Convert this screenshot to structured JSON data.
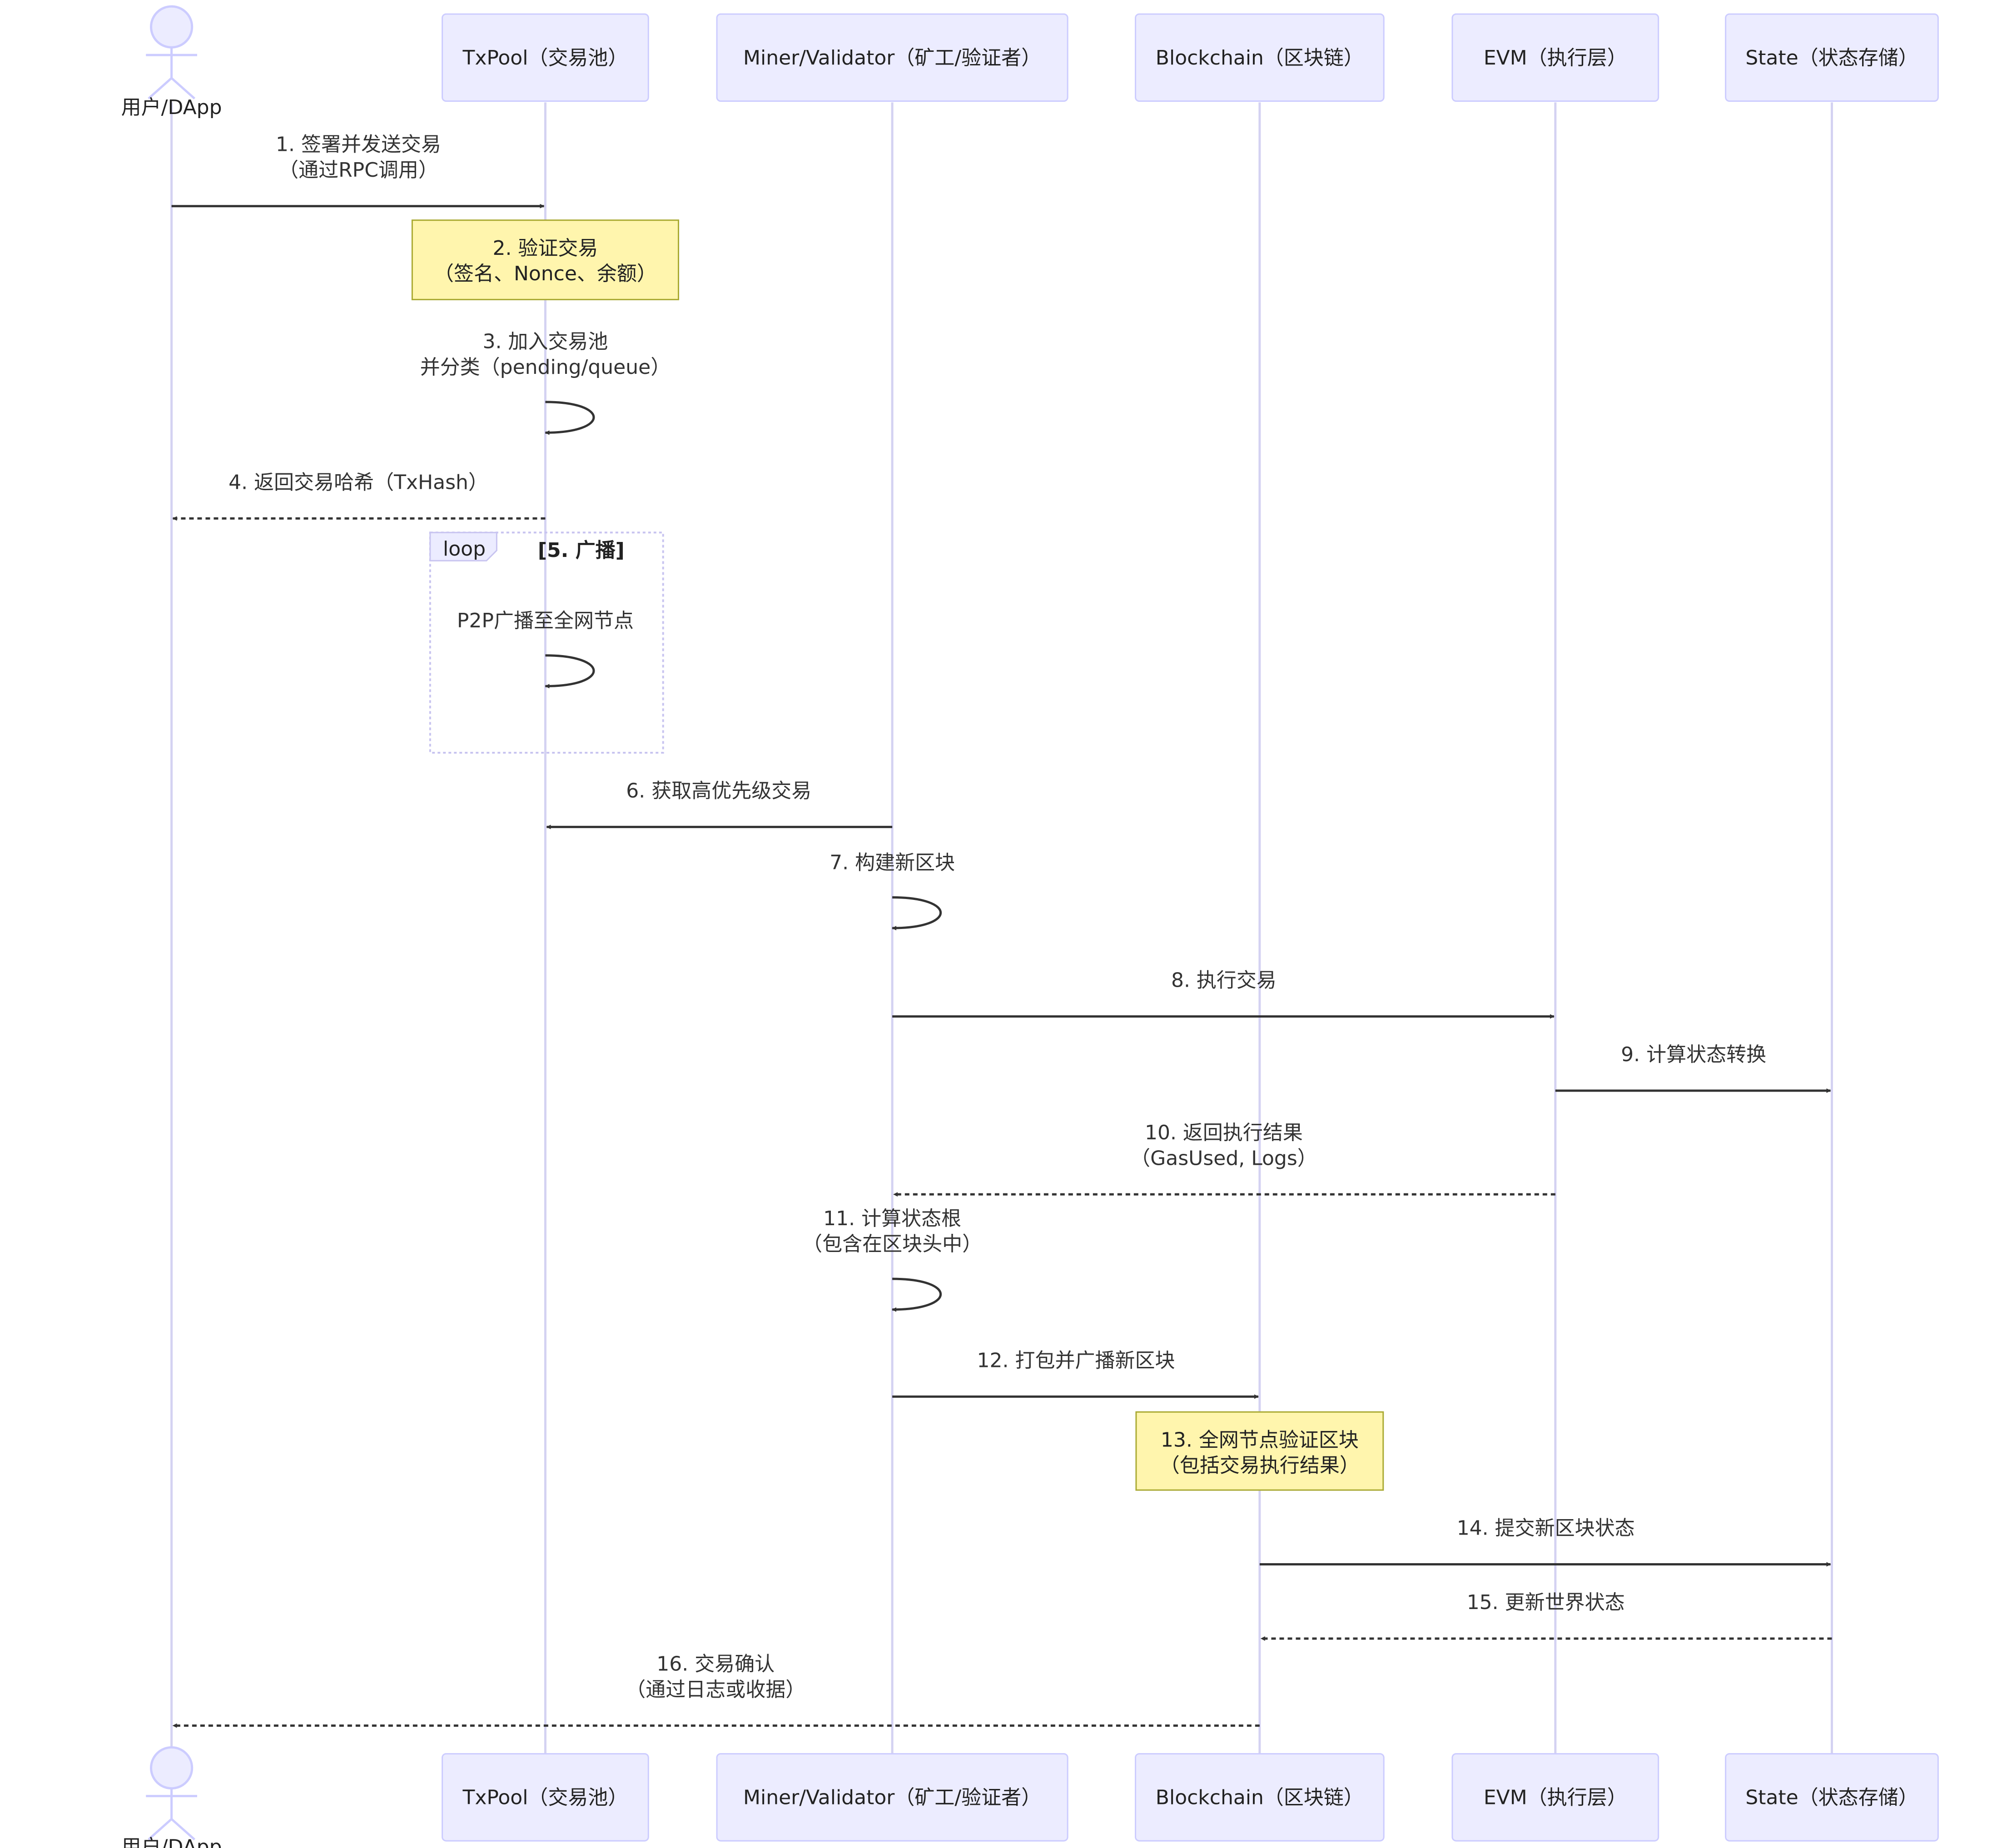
{
  "actor": {
    "name": "用户/DApp"
  },
  "participants": [
    {
      "name": "TxPool（交易池）"
    },
    {
      "name": "Miner/Validator（矿工/验证者）"
    },
    {
      "name": "Blockchain（区块链）"
    },
    {
      "name": "EVM（执行层）"
    },
    {
      "name": "State（状态存储）"
    }
  ],
  "messages": [
    {
      "from": 0,
      "to": 1,
      "style": "solid",
      "lines": [
        "1. 签署并发送交易",
        "（通过RPC调用）"
      ]
    },
    {
      "from": 1,
      "to": 1,
      "style": "self",
      "lines": [
        "3. 加入交易池",
        "并分类（pending/queue）"
      ]
    },
    {
      "from": 1,
      "to": 0,
      "style": "dashed",
      "lines": [
        "4. 返回交易哈希（TxHash）"
      ]
    },
    {
      "from": 1,
      "to": 1,
      "style": "self",
      "lines": [
        "P2P广播至全网节点"
      ]
    },
    {
      "from": 2,
      "to": 1,
      "style": "solid",
      "lines": [
        "6. 获取高优先级交易"
      ]
    },
    {
      "from": 2,
      "to": 2,
      "style": "self",
      "lines": [
        "7. 构建新区块"
      ]
    },
    {
      "from": 2,
      "to": 4,
      "style": "solid",
      "lines": [
        "8. 执行交易"
      ]
    },
    {
      "from": 4,
      "to": 5,
      "style": "solid",
      "lines": [
        "9. 计算状态转换"
      ]
    },
    {
      "from": 4,
      "to": 2,
      "style": "dashed",
      "lines": [
        "10. 返回执行结果",
        "（GasUsed, Logs）"
      ]
    },
    {
      "from": 2,
      "to": 2,
      "style": "self",
      "lines": [
        "11. 计算状态根",
        "（包含在区块头中）"
      ]
    },
    {
      "from": 2,
      "to": 3,
      "style": "solid",
      "lines": [
        "12. 打包并广播新区块"
      ]
    },
    {
      "from": 3,
      "to": 5,
      "style": "solid",
      "lines": [
        "14. 提交新区块状态"
      ]
    },
    {
      "from": 5,
      "to": 3,
      "style": "dashed",
      "lines": [
        "15. 更新世界状态"
      ]
    },
    {
      "from": 3,
      "to": 0,
      "style": "dashed",
      "lines": [
        "16. 交易确认",
        "（通过日志或收据）"
      ]
    }
  ],
  "notes": [
    {
      "over": 1,
      "lines": [
        "2. 验证交易",
        "（签名、Nonce、余额）"
      ]
    },
    {
      "over": 3,
      "lines": [
        "13. 全网节点验证区块",
        "（包括交易执行结果）"
      ]
    }
  ],
  "loop": {
    "label": "loop",
    "condition": "[5. 广播]"
  },
  "colors": {
    "participant_fill": "#ECECFF",
    "participant_border": "#CCCCFF",
    "lifeline": "#D4D2F2",
    "note_fill": "#FFF5AD",
    "note_border": "#AAAA33",
    "arrow": "#333333"
  }
}
